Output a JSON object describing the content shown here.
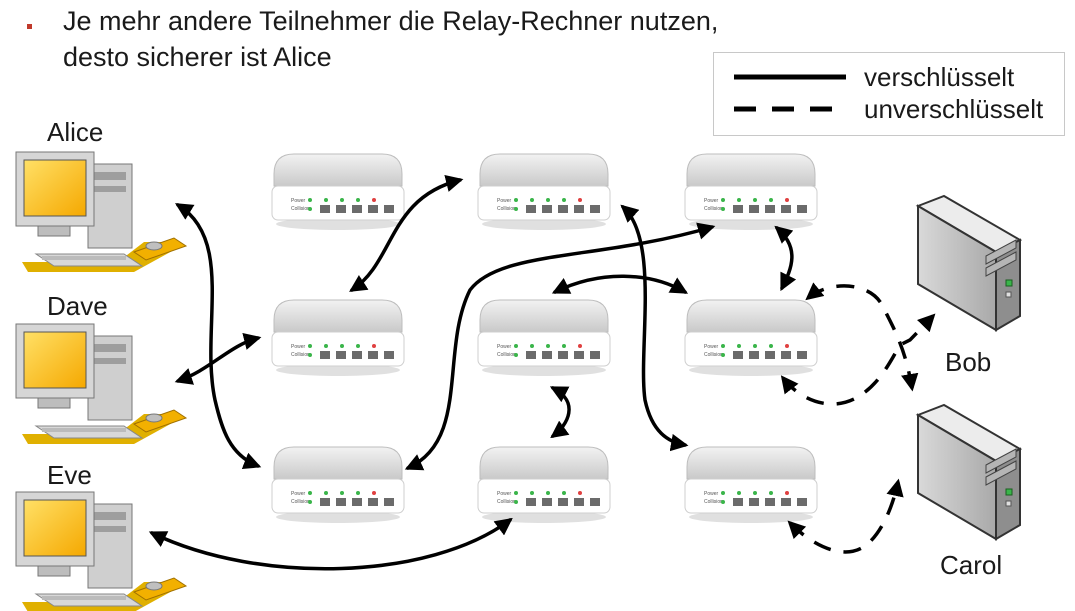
{
  "bullet": {
    "line1": "Je mehr andere Teilnehmer die Relay-Rechner nutzen,",
    "line2": "desto sicherer ist Alice",
    "marker_color": "#c0392b"
  },
  "legend": {
    "solid_label": "verschlüsselt",
    "dashed_label": "unverschlüsselt"
  },
  "clients": [
    {
      "name": "Alice",
      "icon": "desktop-computer-icon"
    },
    {
      "name": "Dave",
      "icon": "desktop-computer-icon"
    },
    {
      "name": "Eve",
      "icon": "desktop-computer-icon"
    }
  ],
  "servers": [
    {
      "name": "Bob",
      "icon": "server-tower-icon"
    },
    {
      "name": "Carol",
      "icon": "server-tower-icon"
    }
  ],
  "router": {
    "icon": "router-icon",
    "led_labels": [
      "Power",
      "Collision"
    ],
    "count": 9
  },
  "colors": {
    "monitor_screen": "#ffc21a",
    "case_gray": "#c4c4c4",
    "arrow": "#000000",
    "led_green": "#3ab54a",
    "led_red": "#e04040"
  }
}
